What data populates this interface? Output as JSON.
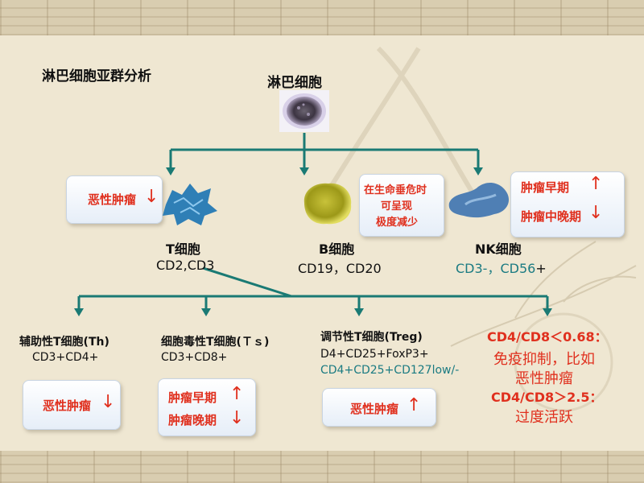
{
  "title": "淋巴细胞亚群分析",
  "root": {
    "label": "淋巴细胞"
  },
  "t_cell": {
    "name": "T细胞",
    "markers": "CD2,CD3",
    "box_text": "恶性肿瘤",
    "arrow": "↓"
  },
  "b_cell": {
    "name": "B细胞",
    "markers": "CD19，CD20",
    "note_lines": [
      "在生命垂危时",
      "可呈现",
      "极度减少"
    ]
  },
  "nk_cell": {
    "name": "NK细胞",
    "markers_a": "CD3-，",
    "markers_b": "CD56",
    "markers_c": "+",
    "box_line1": "肿瘤早期",
    "arrow1": "↑",
    "box_line2": "肿瘤中晚期",
    "arrow2": "↓"
  },
  "th": {
    "name": "辅助性T细胞(Th)",
    "markers": "CD3+CD4+",
    "box_text": "恶性肿瘤",
    "arrow": "↓"
  },
  "ts": {
    "name": "细胞毒性T细胞(Ｔｓ)",
    "markers": "CD3+CD8+",
    "box_line1": "肿瘤早期",
    "arrow1": "↑",
    "box_line2": "肿瘤晚期",
    "arrow2": "↓"
  },
  "treg": {
    "name": "调节性T细胞(Treg)",
    "markers1": "D4+CD25+FoxP3+",
    "markers2": "CD4+CD25+CD127low/-",
    "box_text": "恶性肿瘤",
    "arrow": "↑"
  },
  "ratio": {
    "line1": "CD4/CD8＜0.68：",
    "line2": "免疫抑制，比如",
    "line3": "恶性肿瘤",
    "line4": "CD4/CD8＞2.5：",
    "line5": "过度活跃"
  },
  "colors": {
    "connector": "#1a7a74",
    "accent_red": "#e0301e",
    "marker_teal": "#1b7b82"
  }
}
